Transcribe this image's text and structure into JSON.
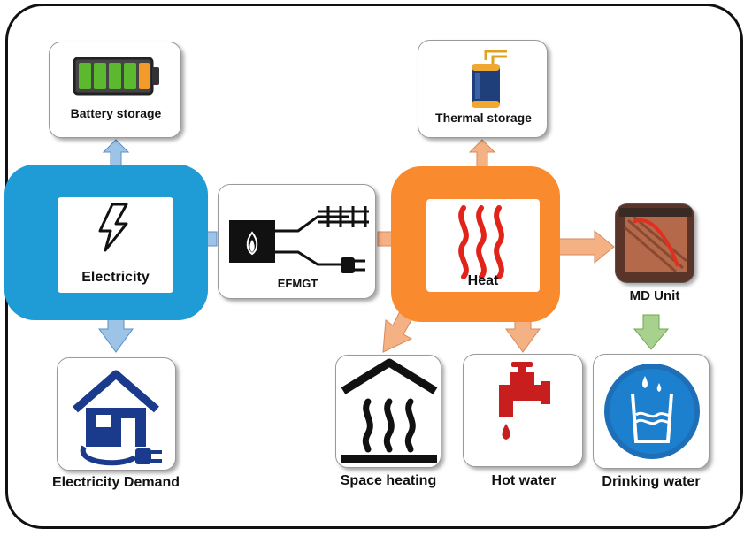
{
  "colors": {
    "blue_hub": "#1f9bd6",
    "orange_hub": "#fa8a2e",
    "blue_arrow": "#9dc3e6",
    "orange_arrow": "#f4b183",
    "green_arrow": "#a9d18e",
    "heat_red": "#e2231a"
  },
  "nodes": {
    "battery": {
      "label": "Battery storage"
    },
    "thermal": {
      "label": "Thermal storage"
    },
    "electricity": {
      "label": "Electricity"
    },
    "efmgt": {
      "label": "EFMGT"
    },
    "heat": {
      "label": "Heat"
    },
    "md_unit": {
      "label": "MD Unit"
    },
    "electricity_demand": {
      "label": "Electricity Demand"
    },
    "space_heating": {
      "label": "Space heating"
    },
    "hot_water": {
      "label": "Hot water"
    },
    "drinking_water": {
      "label": "Drinking water"
    }
  }
}
